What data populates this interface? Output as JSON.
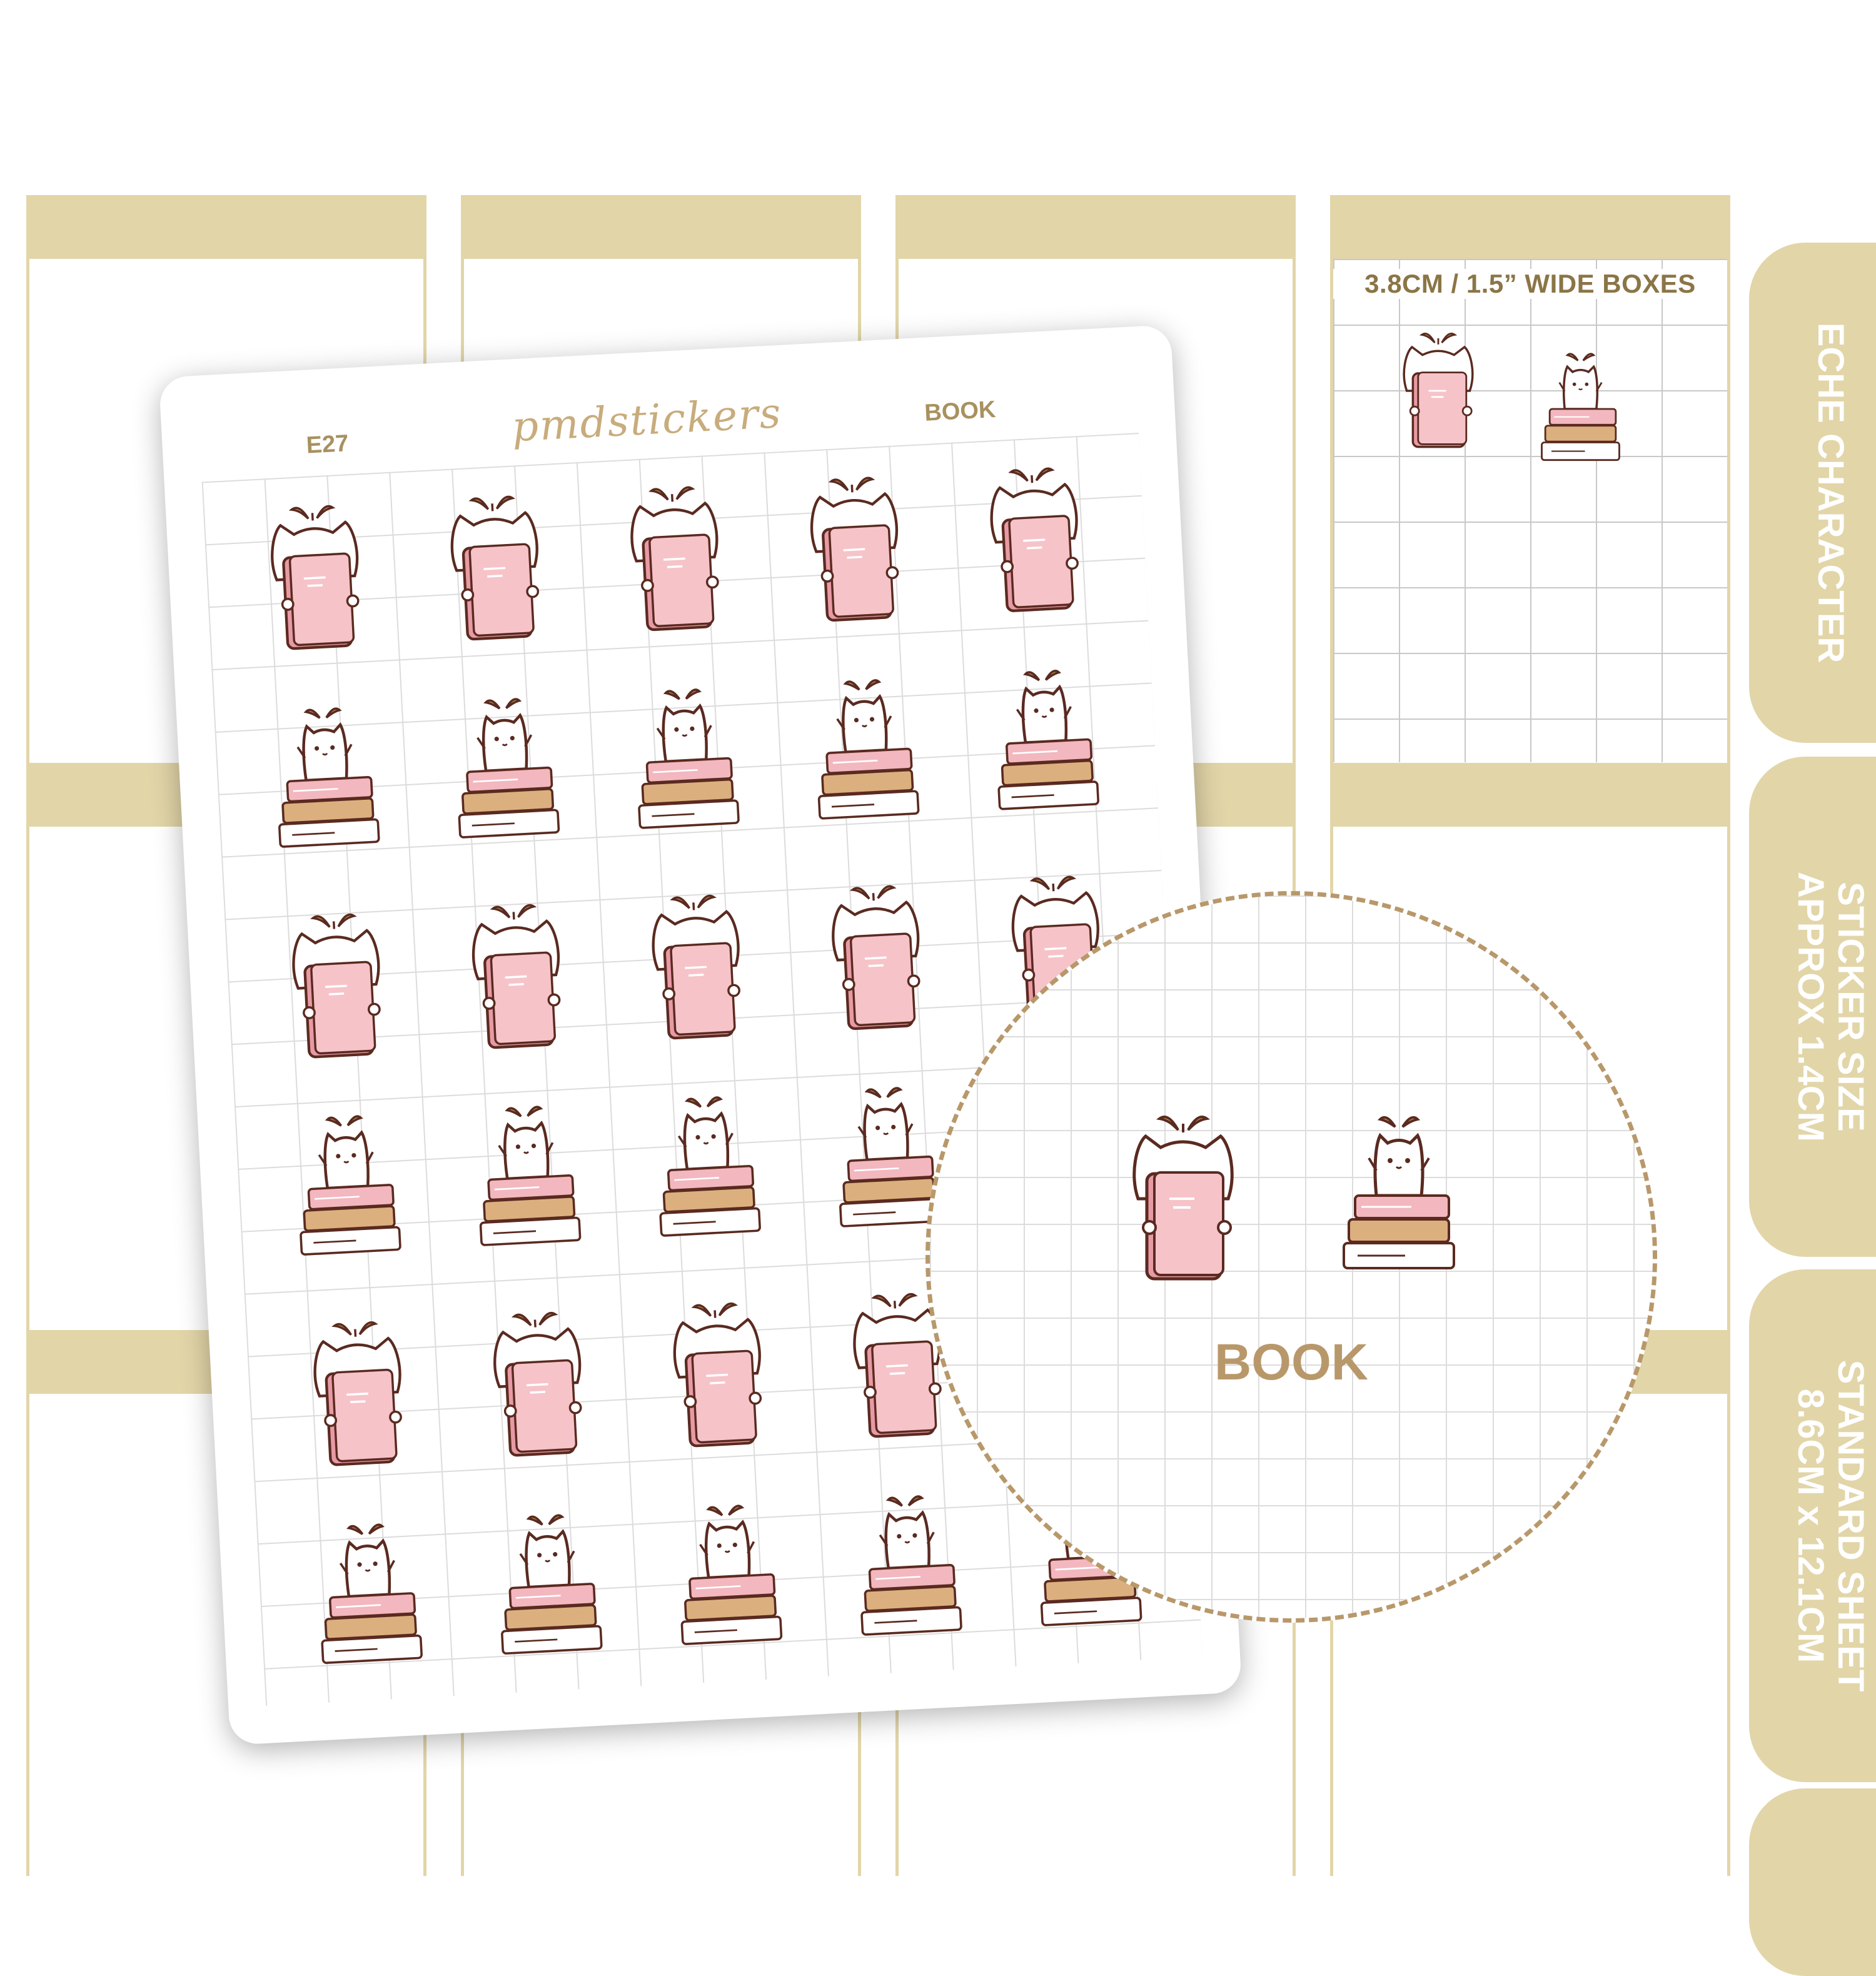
{
  "planner": {
    "preview_label": "3.8CM / 1.5” WIDE BOXES"
  },
  "side_tabs": [
    {
      "text": "ECHE CHARACTER"
    },
    {
      "text": "STICKER SIZE\nAPPROX 1.4CM"
    },
    {
      "text": "STANDARD SHEET\n8.6CM x 12.1CM"
    }
  ],
  "sheet": {
    "code": "E27",
    "brand": "pmdstickers",
    "title": "BOOK"
  },
  "zoom": {
    "label": "BOOK"
  },
  "colors": {
    "band": "#e2d5a8",
    "accent": "#b8986a",
    "book_pink": "#f2bcc2",
    "book_orange": "#dcb07e",
    "outline": "#5a2a20"
  }
}
